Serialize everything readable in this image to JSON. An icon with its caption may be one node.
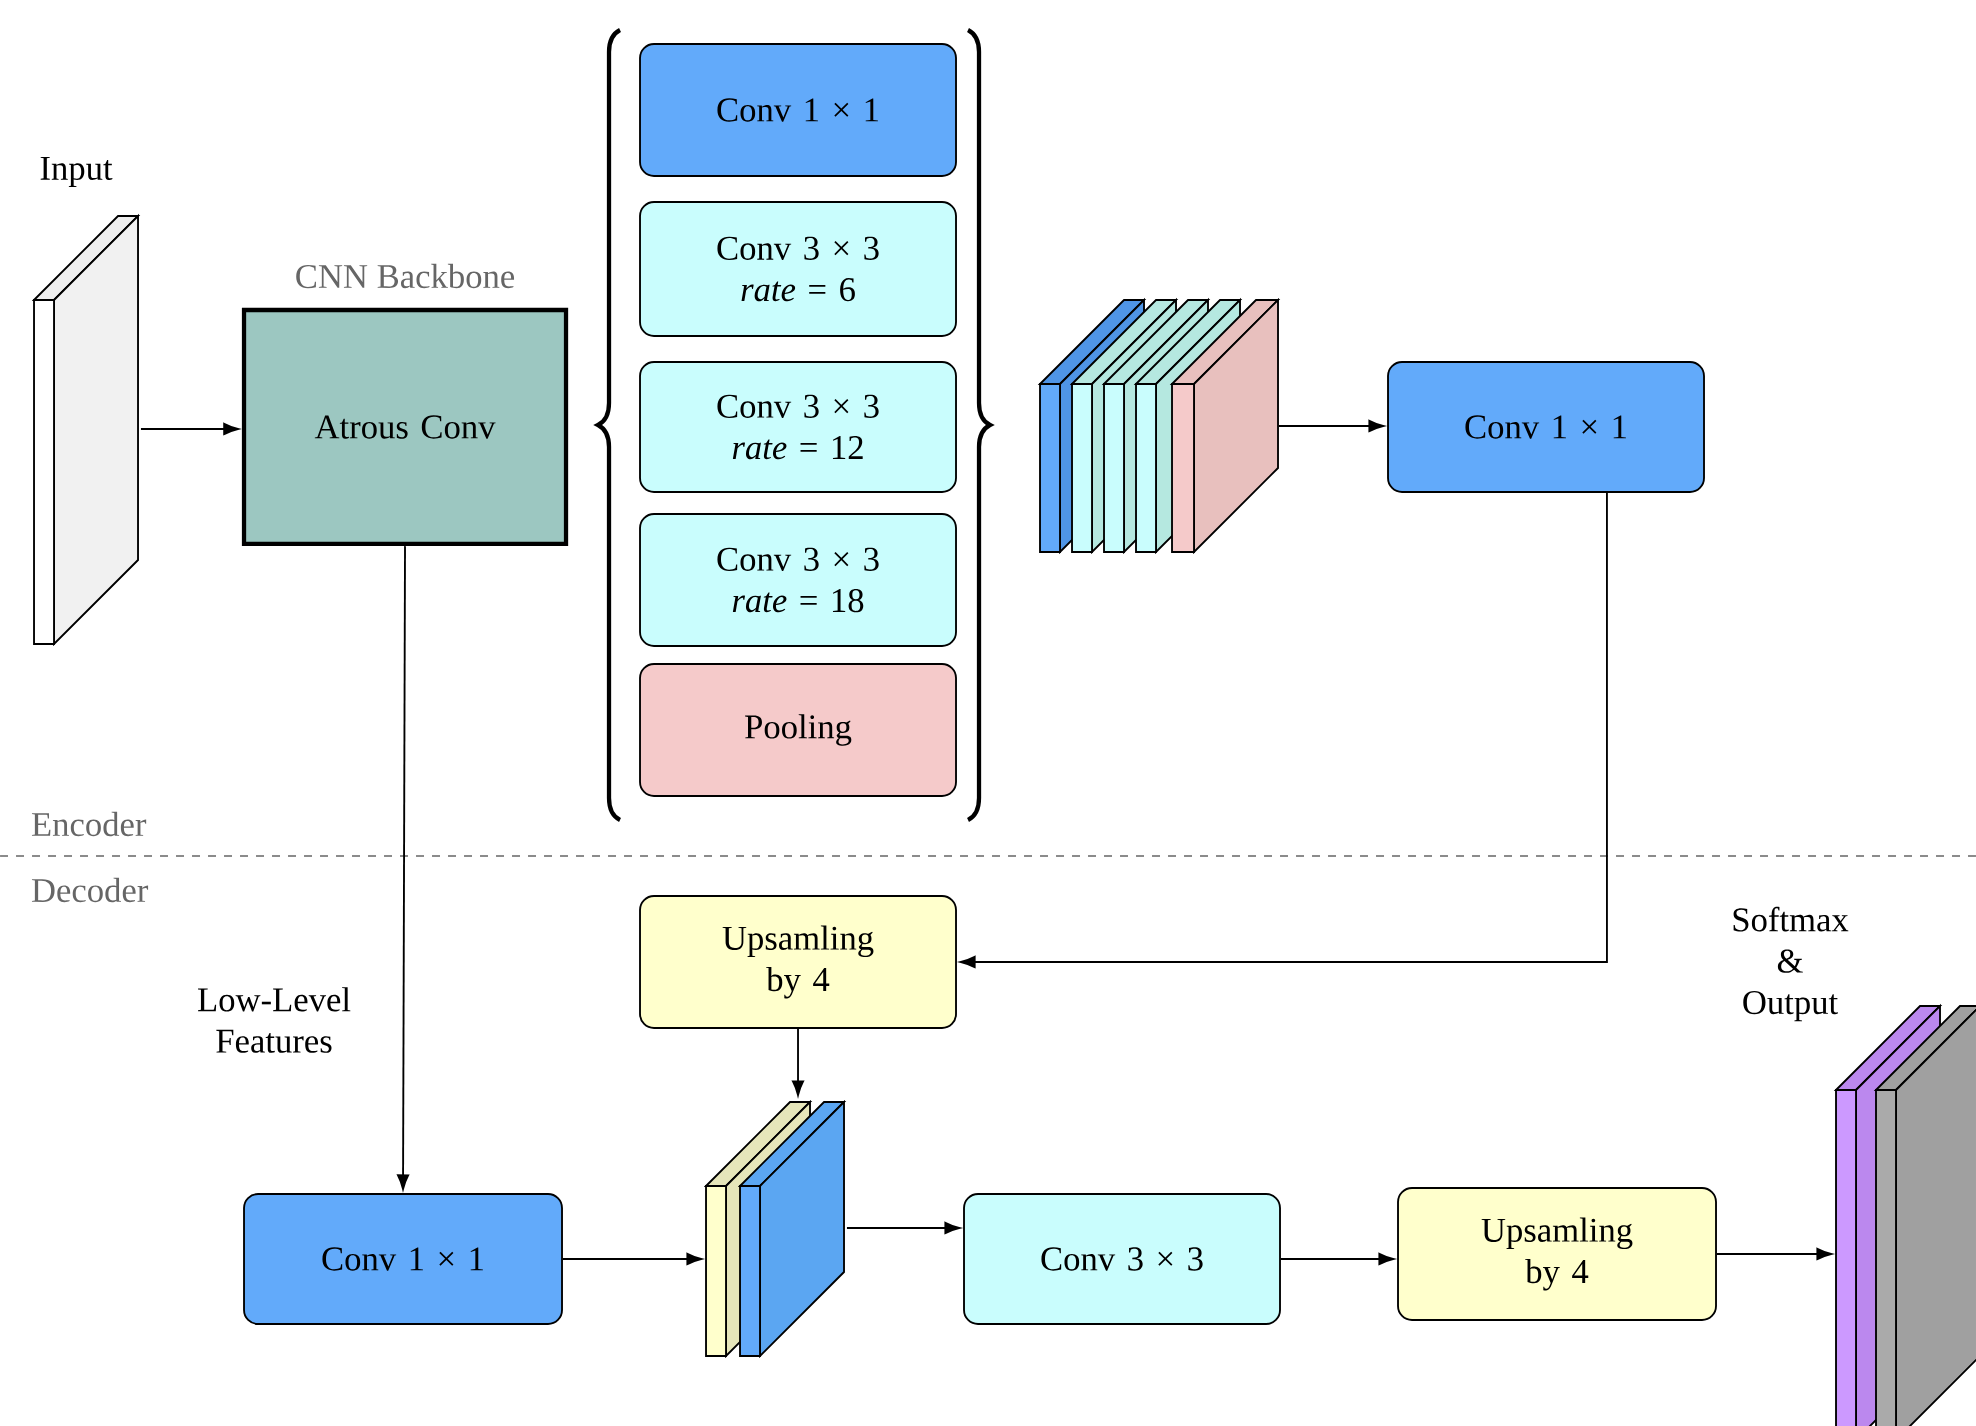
{
  "diagram": {
    "nodes": [
      {
        "text": [
          "Input"
        ]
      },
      {
        "text": [
          "CNN Backbone",
          "Atrous Conv"
        ]
      },
      {
        "text": [
          "Conv 1 × 1"
        ]
      },
      {
        "text": [
          "Conv 3 × 3",
          "*rate* = 6"
        ]
      },
      {
        "text": [
          "Conv 3 × 3",
          "*rate* = 12"
        ]
      },
      {
        "text": [
          "Conv 3 × 3",
          "*rate* = 18"
        ]
      },
      {
        "text": [
          "Pooling"
        ]
      },
      {
        "text": [],
        "shape": "picture"
      },
      {
        "text": [
          "Conv 1 × 1"
        ]
      },
      {
        "text": [
          "Upsamling by 4"
        ]
      },
      {
        "text": [
          "Conv 1 × 1"
        ]
      },
      {
        "text": [],
        "shape": "picture"
      },
      {
        "text": [
          "Conv 3 × 3"
        ]
      },
      {
        "text": [
          "Upsamling by 4"
        ]
      },
      {
        "text": [
          "Softmax & Output"
        ]
      }
    ],
    "edges": [
      {
        "from": 0,
        "to": 1,
        "arrow": "to"
      },
      {
        "from": 1,
        "to": 10,
        "arrow": "to",
        "label": "Low-Level Features"
      },
      {
        "from": 7,
        "to": 8,
        "arrow": "to"
      },
      {
        "from": 8,
        "to": 9,
        "arrow": "to"
      },
      {
        "from": 9,
        "to": 11,
        "arrow": "to"
      },
      {
        "from": 10,
        "to": 11,
        "arrow": "to"
      },
      {
        "from": 11,
        "to": 12,
        "arrow": "to"
      },
      {
        "from": 12,
        "to": 13,
        "arrow": "to"
      },
      {
        "from": 13,
        "to": 14,
        "arrow": "to"
      }
    ],
    "labels": [
      "Encoder",
      "Decoder"
    ]
  }
}
